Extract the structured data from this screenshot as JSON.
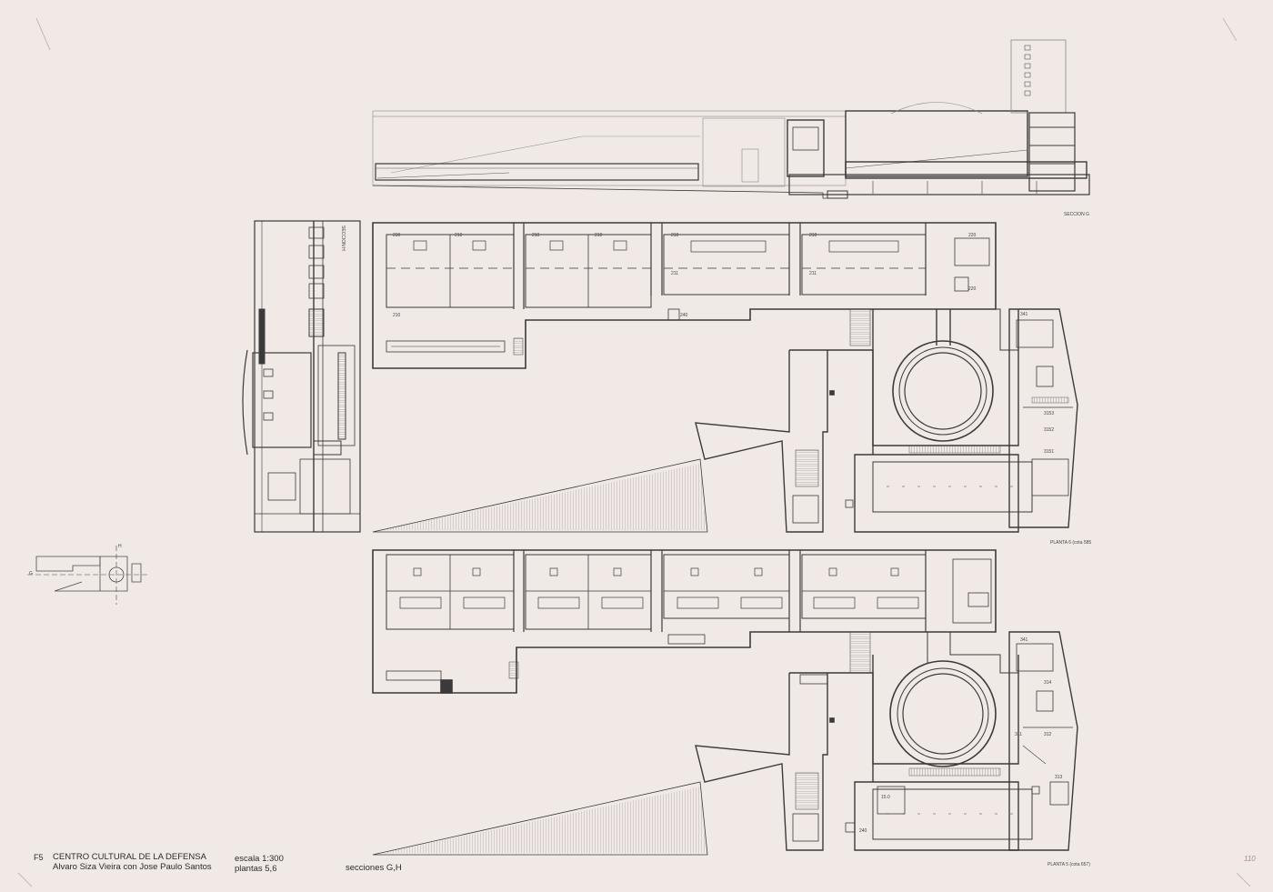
{
  "sheet": {
    "code": "F5",
    "title_line1": "CENTRO CULTURAL DE LA DEFENSA",
    "title_line2": "Alvaro Siza Vieira con Jose Paulo Santos",
    "scale": "escala 1:300",
    "plans": "plantas 5,6",
    "sections": "secciones G,H",
    "signature": "110"
  },
  "labels": {
    "seccion_g": "SECCION G",
    "seccion_h": "SECCION H",
    "planta6": "PLANTA 6 (cota 585",
    "planta5": "PLANTA 5 (cota 657)",
    "key_g": "G",
    "key_h": "H"
  },
  "room_numbers": {
    "r230": "230",
    "r210": "210",
    "r211": "211",
    "r220": "220",
    "r240": "240",
    "r341": "341",
    "r3153": "3153",
    "r3152": "3152",
    "r3151": "3151",
    "r314": "314",
    "r311": "311",
    "r312": "312",
    "r313": "313",
    "r150": "15.0"
  },
  "colors": {
    "paper": "#f1e9e6",
    "ink": "#3a3a3a",
    "light": "#8a8a8a"
  }
}
